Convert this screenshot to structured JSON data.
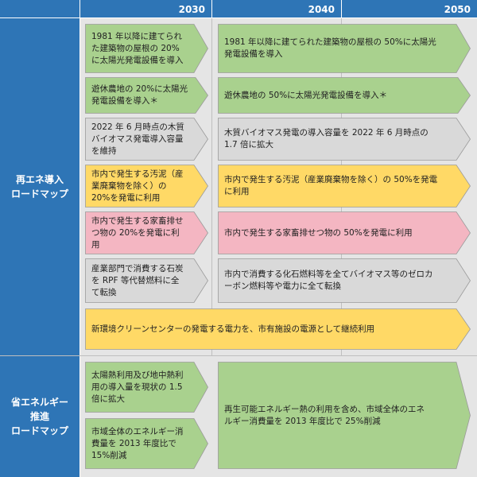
{
  "header": {
    "y2030": "2030",
    "y2040": "2040",
    "y2050": "2050"
  },
  "sections": {
    "renewable": "再エネ導入\nロードマップ",
    "saving": "省エネルギー\n推進\nロードマップ"
  },
  "rows": {
    "r1_2030": "1981 年以降に建てられ\nた建築物の屋根の 20%\nに太陽光発電設備を導入",
    "r1_long": "1981 年以降に建てられた建築物の屋根の 50%に太陽光\n発電設備を導入",
    "r2_2030": "遊休農地の 20%に太陽光\n発電設備を導入＊",
    "r2_long": "遊休農地の 50%に太陽光発電設備を導入＊",
    "r3_2030": "2022 年 6 月時点の木質\nバイオマス発電導入容量\nを維持",
    "r3_long": "木質バイオマス発電の導入容量を 2022 年 6 月時点の\n1.7 倍に拡大",
    "r4_2030": "市内で発生する汚泥（産\n業廃棄物を除く）の\n20%を発電に利用",
    "r4_long": "市内で発生する汚泥（産業廃棄物を除く）の 50%を発電\nに利用",
    "r5_2030": "市内で発生する家畜排せ\nつ物の 20%を発電に利\n用",
    "r5_long": "市内で発生する家畜排せつ物の 50%を発電に利用",
    "r6_2030": "産業部門で消費する石炭\nを RPF 等代替燃料に全\nて転換",
    "r6_long": "市内で消費する化石燃料等を全てバイオマス等のゼロカ\nーボン燃料等や電力に全て転換",
    "r7_full": "新環境クリーンセンターの発電する電力を、市有施設の電源として継続利用",
    "s1_2030": "太陽熱利用及び地中熱利\n用の導入量を現状の 1.5\n倍に拡大",
    "s2_2030": "市域全体のエネルギー消\n費量を 2013 年度比で\n15%削減",
    "s_long": "再生可能エネルギー熱の利用を含め、市域全体のエネ\nルギー消費量を 2013 年度比で 25%削減"
  },
  "colors": {
    "green": "#a9d18e",
    "gray": "#d9d9d9",
    "yellow": "#ffd966",
    "pink": "#f4b6c2",
    "header": "#2e75b6"
  }
}
